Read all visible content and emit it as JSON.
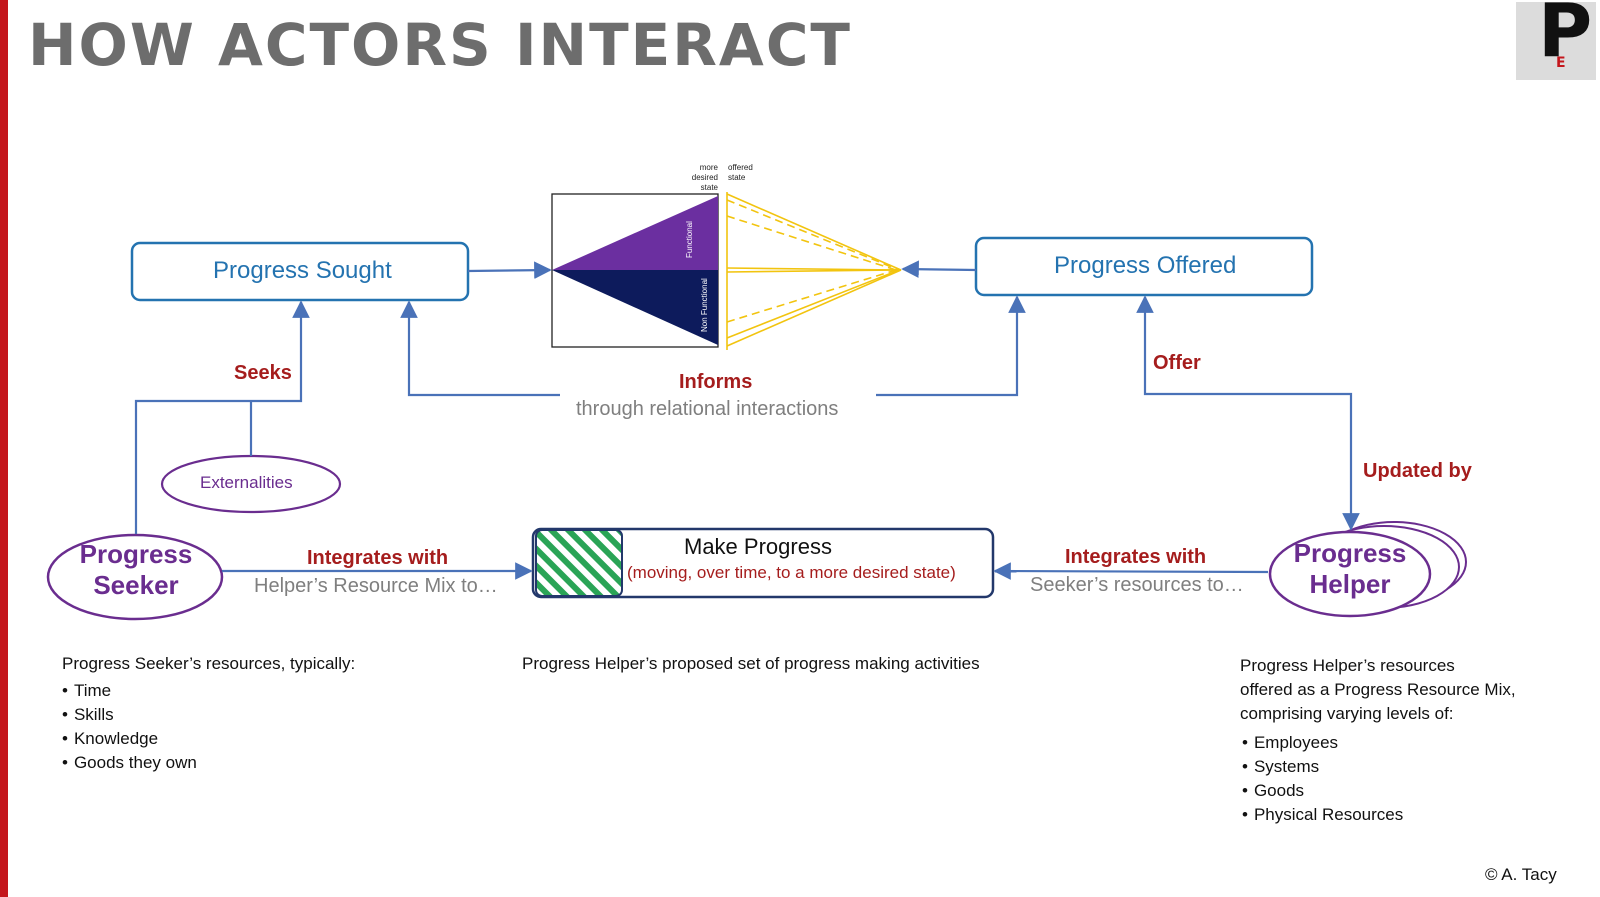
{
  "slide": {
    "title": "HOW ACTORS INTERACT",
    "accent_color": "#c4161c",
    "copyright": "© A. Tacy"
  },
  "logo": {
    "letter": "P",
    "sub_letter": "E"
  },
  "colors": {
    "blue": "#2473b0",
    "red": "#a51d1d",
    "purple": "#6a2d8f",
    "grey": "#7f7f7f",
    "functional": "#6b2fa0",
    "non_functional": "#0d1b5c",
    "offered": "#f2c40f",
    "hatch": "#2aa456"
  },
  "nodes": {
    "progress_sought": "Progress Sought",
    "progress_offered": "Progress Offered",
    "externalities": "Externalities",
    "progress_seeker": [
      "Progress",
      "Seeker"
    ],
    "progress_helper": [
      "Progress",
      "Helper"
    ],
    "make_progress_title": "Make Progress",
    "make_progress_sub": "(moving, over time, to a more desired state)"
  },
  "triangle": {
    "more_desired_state": [
      "more",
      "desired",
      "state"
    ],
    "offered_state": [
      "offered",
      "state"
    ],
    "functional": "Functional",
    "non_functional": "Non Functional"
  },
  "relations": {
    "seeks": "Seeks",
    "informs": "Informs",
    "informs_sub": "through relational interactions",
    "offer": "Offer",
    "updated_by": "Updated by",
    "integrates_left": "Integrates with",
    "integrates_left_sub": "Helper’s Resource Mix to…",
    "integrates_right": "Integrates with",
    "integrates_right_sub": "Seeker’s resources to…"
  },
  "notes": {
    "seeker_heading": "Progress Seeker’s resources, typically:",
    "seeker_items": [
      "Time",
      "Skills",
      "Knowledge",
      "Goods they own"
    ],
    "activities_heading": "Progress Helper’s proposed set of progress making activities",
    "helper_heading": [
      "Progress Helper’s resources",
      "offered as a Progress Resource Mix,",
      "comprising varying levels of:"
    ],
    "helper_items": [
      "Employees",
      "Systems",
      "Goods",
      "Physical Resources"
    ]
  }
}
